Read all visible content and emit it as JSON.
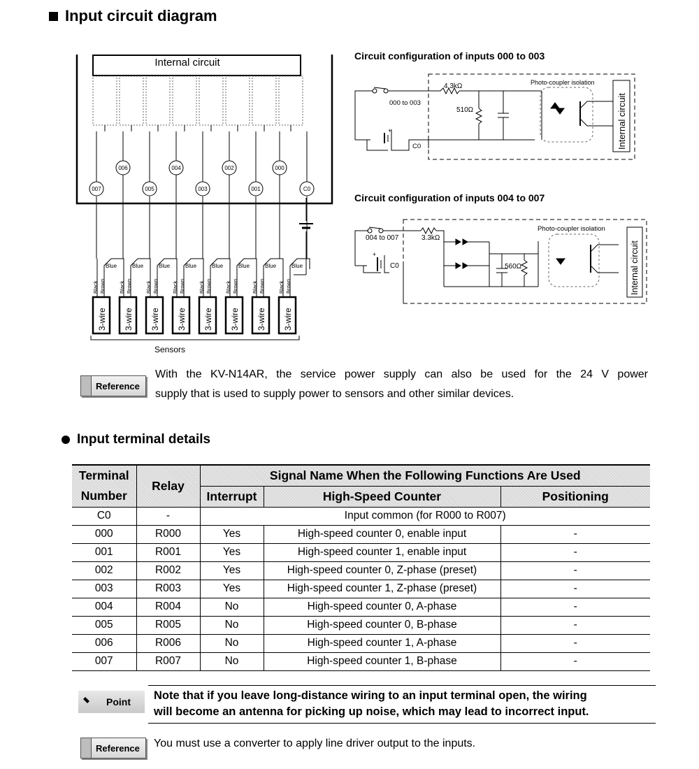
{
  "section_title": "Input circuit diagram",
  "wiring": {
    "internal_label": "Internal circuit",
    "upper_terminals": [
      "006",
      "004",
      "002",
      "000"
    ],
    "lower_terminals": [
      "007",
      "005",
      "003",
      "001",
      "C0"
    ],
    "wire_blue": "Blue",
    "wire_black": "Black",
    "wire_brown": "Brown",
    "sensor_label": "3-wire",
    "sensors_caption": "Sensors"
  },
  "config_a": {
    "title": "Circuit configuration of inputs 000 to 003",
    "resistor1": "4.3kΩ",
    "resistor2": "510Ω",
    "input_label": "000 to 003",
    "common_label": "C0",
    "isolation_label": "Photo-coupler isolation",
    "internal_label": "Internal circuit",
    "plus": "+"
  },
  "config_b": {
    "title": "Circuit configuration of inputs 004 to 007",
    "resistor1": "3.3kΩ",
    "resistor2": "560Ω",
    "input_label": "004 to 007",
    "common_label": "C0",
    "isolation_label": "Photo-coupler isolation",
    "internal_label": "Internal circuit",
    "plus": "+"
  },
  "reference1": {
    "badge": "Reference",
    "line1": "With the KV-N14AR, the service power supply can also be used for the 24 V power",
    "line2": "supply that is used to supply power to sensors and other similar devices."
  },
  "details_title": "Input terminal details",
  "table": {
    "h_terminal_1": "Terminal",
    "h_terminal_2": "Number",
    "h_relay": "Relay",
    "h_signal": "Signal Name When the Following Functions Are Used",
    "h_interrupt": "Interrupt",
    "h_hsc": "High-Speed Counter",
    "h_positioning": "Positioning",
    "c0_terminal": "C0",
    "c0_relay": "-",
    "c0_signal": "Input common (for R000 to R007)",
    "rows": [
      {
        "terminal": "000",
        "relay": "R000",
        "interrupt": "Yes",
        "hsc": "High-speed counter 0, enable input",
        "positioning": "-"
      },
      {
        "terminal": "001",
        "relay": "R001",
        "interrupt": "Yes",
        "hsc": "High-speed counter 1, enable input",
        "positioning": "-"
      },
      {
        "terminal": "002",
        "relay": "R002",
        "interrupt": "Yes",
        "hsc": "High-speed counter 0, Z-phase (preset)",
        "positioning": "-"
      },
      {
        "terminal": "003",
        "relay": "R003",
        "interrupt": "Yes",
        "hsc": "High-speed counter 1, Z-phase (preset)",
        "positioning": "-"
      },
      {
        "terminal": "004",
        "relay": "R004",
        "interrupt": "No",
        "hsc": "High-speed counter 0, A-phase",
        "positioning": "-"
      },
      {
        "terminal": "005",
        "relay": "R005",
        "interrupt": "No",
        "hsc": "High-speed counter 0, B-phase",
        "positioning": "-"
      },
      {
        "terminal": "006",
        "relay": "R006",
        "interrupt": "No",
        "hsc": "High-speed counter 1, A-phase",
        "positioning": "-"
      },
      {
        "terminal": "007",
        "relay": "R007",
        "interrupt": "No",
        "hsc": "High-speed counter 1, B-phase",
        "positioning": "-"
      }
    ]
  },
  "point": {
    "badge": "Point",
    "line1": "Note that if you leave long-distance wiring to an input terminal open, the wiring",
    "line2": "will become an antenna for picking up noise, which may lead to incorrect input."
  },
  "reference2": {
    "badge": "Reference",
    "text": "You must use a converter to apply line driver output to the inputs."
  }
}
